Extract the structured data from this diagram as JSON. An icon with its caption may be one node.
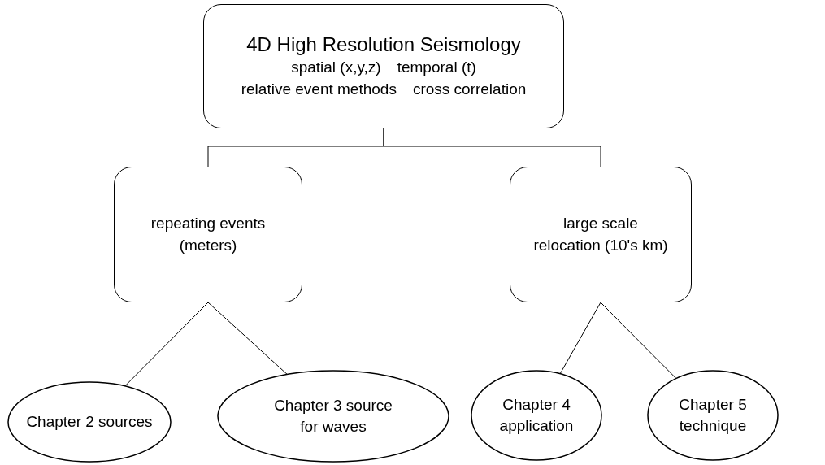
{
  "diagram": {
    "nodes": [
      {
        "text": [
          "4D High Resolution Seismology",
          "spatial (x,y,z)",
          "temporal (t)",
          "relative event methods",
          "cross correlation"
        ]
      },
      {
        "text": [
          "repeating events (meters)"
        ]
      },
      {
        "text": [
          "large scale relocation (10's km)"
        ]
      },
      {
        "text": [
          "Chapter 2 sources"
        ]
      },
      {
        "text": [
          "Chapter 3 source for waves"
        ]
      },
      {
        "text": [
          "Chapter 4 application"
        ]
      },
      {
        "text": [
          "Chapter 5 technique"
        ]
      }
    ],
    "edges": [
      {
        "from": 0,
        "to": 1,
        "arrow": "none"
      },
      {
        "from": 0,
        "to": 2,
        "arrow": "none"
      },
      {
        "from": 1,
        "to": 3,
        "arrow": "none"
      },
      {
        "from": 1,
        "to": 4,
        "arrow": "none"
      },
      {
        "from": 2,
        "to": 5,
        "arrow": "none"
      },
      {
        "from": 2,
        "to": 6,
        "arrow": "none"
      }
    ]
  }
}
